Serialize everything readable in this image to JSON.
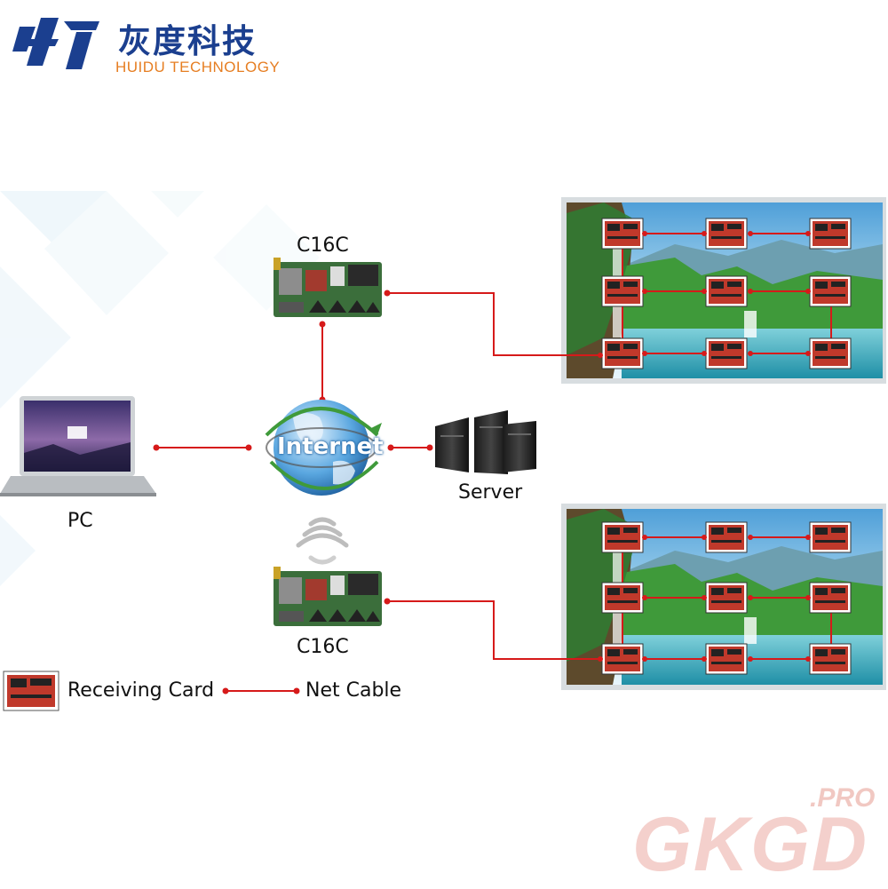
{
  "brand": {
    "name_cn": "灰度科技",
    "name_en": "HUIDU TECHNOLOGY",
    "colors": {
      "primary": "#1b3f8f",
      "accent": "#e67e22"
    }
  },
  "nodes": {
    "controller_top": "C16C",
    "controller_bottom": "C16C",
    "internet": "Internet",
    "pc": "PC",
    "server": "Server"
  },
  "legend": {
    "receiving_card": "Receiving Card",
    "net_cable": "Net Cable"
  },
  "watermark": {
    "main": "GKGD",
    "suffix": ".PRO"
  },
  "colors": {
    "cable": "#d61a1a",
    "card_red": "#c0392b"
  }
}
